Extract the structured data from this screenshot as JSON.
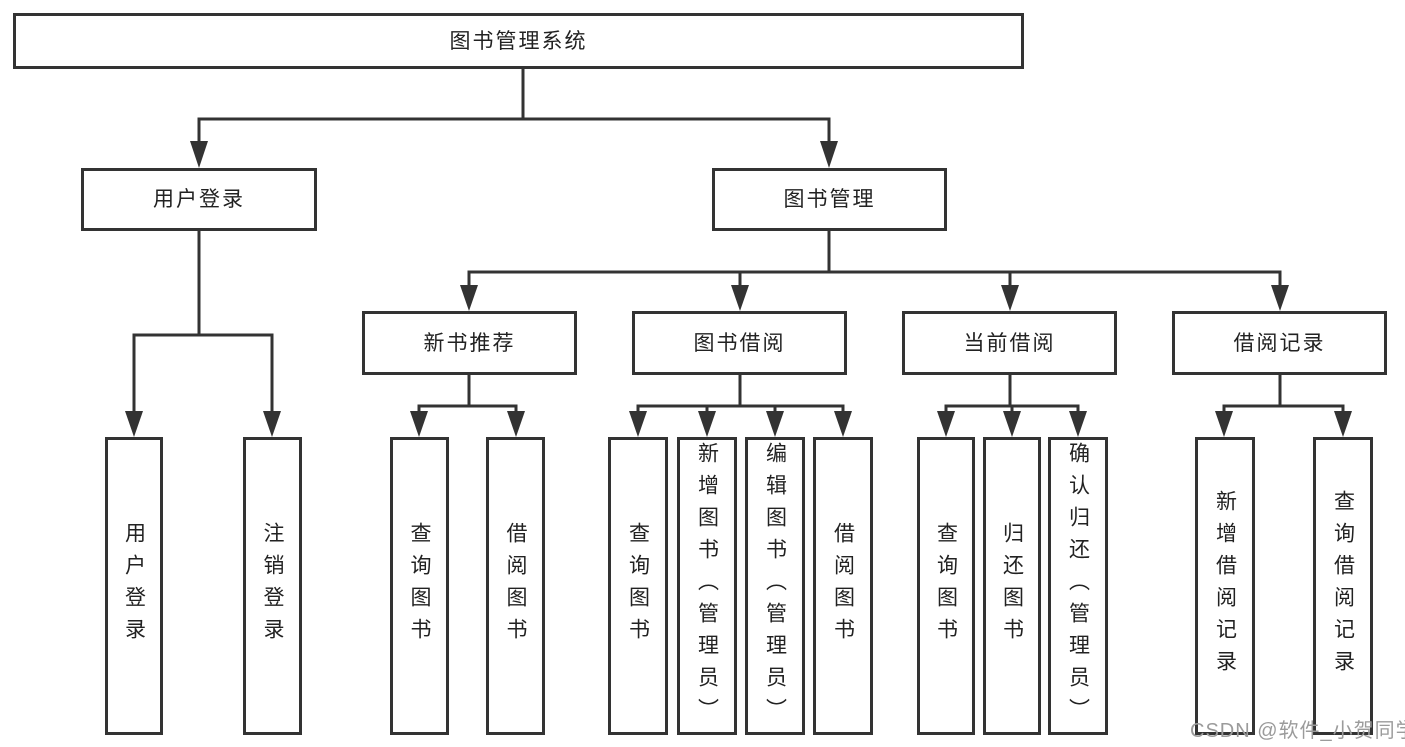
{
  "diagram": {
    "title_node": "图书管理系统",
    "root": {
      "label": "图书管理系统"
    },
    "branches": [
      {
        "label": "用户登录",
        "children": [
          {
            "label": "用户登录"
          },
          {
            "label": "注销登录"
          }
        ]
      },
      {
        "label": "图书管理",
        "children": [
          {
            "label": "新书推荐",
            "children": [
              {
                "label": "查询图书"
              },
              {
                "label": "借阅图书"
              }
            ]
          },
          {
            "label": "图书借阅",
            "children": [
              {
                "label": "查询图书"
              },
              {
                "label": "新增图书（管理员）"
              },
              {
                "label": "编辑图书（管理员）"
              },
              {
                "label": "借阅图书"
              }
            ]
          },
          {
            "label": "当前借阅",
            "children": [
              {
                "label": "查询图书"
              },
              {
                "label": "归还图书"
              },
              {
                "label": "确认归还（管理员）"
              }
            ]
          },
          {
            "label": "借阅记录",
            "children": [
              {
                "label": "新增借阅记录"
              },
              {
                "label": "查询借阅记录"
              }
            ]
          }
        ]
      }
    ]
  },
  "watermark": {
    "text": "CSDN @软件_小贺同学"
  },
  "colors": {
    "line": "#333333",
    "text": "#222222",
    "watermark": "#9b9b9b",
    "background": "#ffffff"
  }
}
